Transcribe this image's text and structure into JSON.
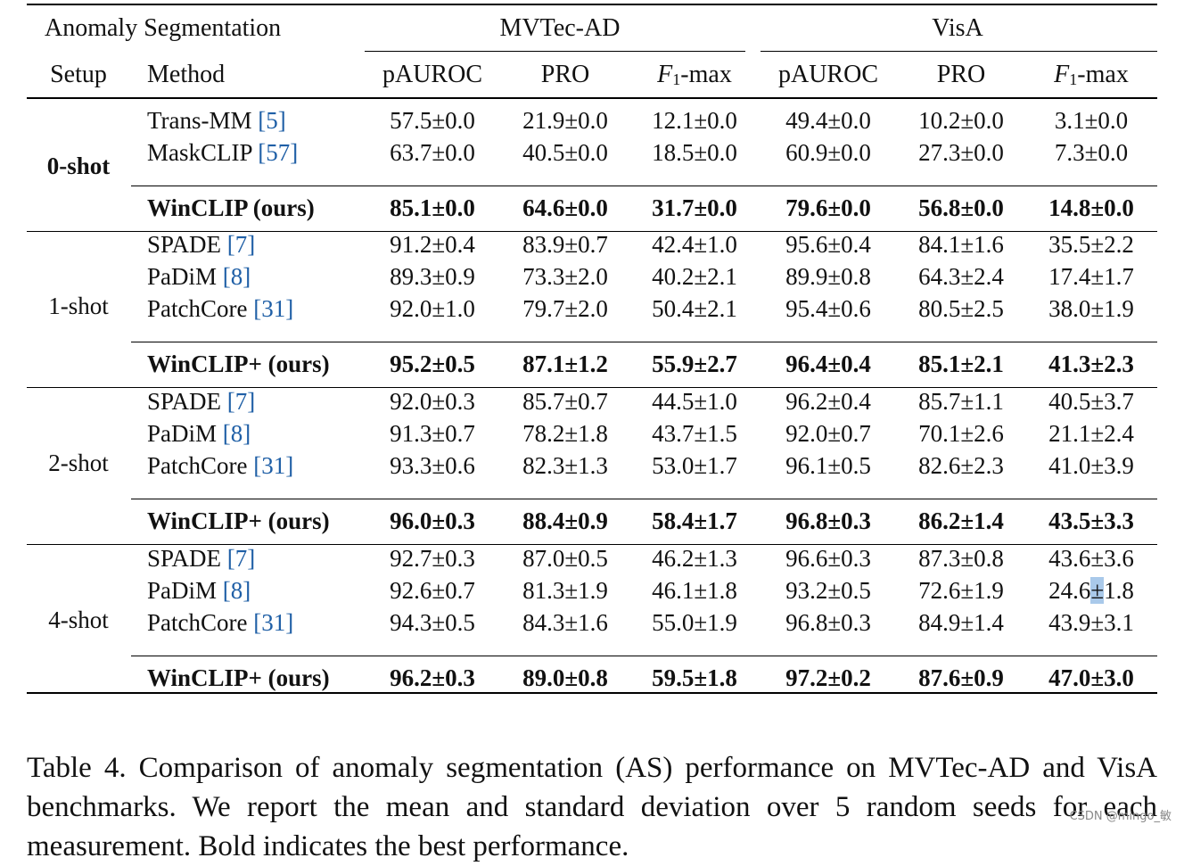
{
  "header": {
    "task_label": "Anomaly Segmentation",
    "setup_label": "Setup",
    "method_label": "Method",
    "datasets": [
      "MVTec-AD",
      "VisA"
    ],
    "metric_pauroc": "pAUROC",
    "metric_pro": "PRO",
    "metric_f1_base": "F",
    "metric_f1_sub": "1",
    "metric_f1_suffix": "-max"
  },
  "groups": [
    {
      "setup": "0-shot",
      "setup_bold": true,
      "rows": [
        {
          "name": "Trans-MM",
          "ref": "5",
          "values": [
            "57.5±0.0",
            "21.9±0.0",
            "12.1±0.0",
            "49.4±0.0",
            "10.2±0.0",
            "3.1±0.0"
          ]
        },
        {
          "name": "MaskCLIP",
          "ref": "57",
          "values": [
            "63.7±0.0",
            "40.5±0.0",
            "18.5±0.0",
            "60.9±0.0",
            "27.3±0.0",
            "7.3±0.0"
          ]
        }
      ],
      "ours": {
        "name": "WinCLIP (ours)",
        "values": [
          "85.1±0.0",
          "64.6±0.0",
          "31.7±0.0",
          "79.6±0.0",
          "56.8±0.0",
          "14.8±0.0"
        ]
      }
    },
    {
      "setup": "1-shot",
      "setup_bold": false,
      "rows": [
        {
          "name": "SPADE",
          "ref": "7",
          "values": [
            "91.2±0.4",
            "83.9±0.7",
            "42.4±1.0",
            "95.6±0.4",
            "84.1±1.6",
            "35.5±2.2"
          ]
        },
        {
          "name": "PaDiM",
          "ref": "8",
          "values": [
            "89.3±0.9",
            "73.3±2.0",
            "40.2±2.1",
            "89.9±0.8",
            "64.3±2.4",
            "17.4±1.7"
          ]
        },
        {
          "name": "PatchCore",
          "ref": "31",
          "values": [
            "92.0±1.0",
            "79.7±2.0",
            "50.4±2.1",
            "95.4±0.6",
            "80.5±2.5",
            "38.0±1.9"
          ]
        }
      ],
      "ours": {
        "name": "WinCLIP+ (ours)",
        "values": [
          "95.2±0.5",
          "87.1±1.2",
          "55.9±2.7",
          "96.4±0.4",
          "85.1±2.1",
          "41.3±2.3"
        ]
      }
    },
    {
      "setup": "2-shot",
      "setup_bold": false,
      "rows": [
        {
          "name": "SPADE",
          "ref": "7",
          "values": [
            "92.0±0.3",
            "85.7±0.7",
            "44.5±1.0",
            "96.2±0.4",
            "85.7±1.1",
            "40.5±3.7"
          ]
        },
        {
          "name": "PaDiM",
          "ref": "8",
          "values": [
            "91.3±0.7",
            "78.2±1.8",
            "43.7±1.5",
            "92.0±0.7",
            "70.1±2.6",
            "21.1±2.4"
          ]
        },
        {
          "name": "PatchCore",
          "ref": "31",
          "values": [
            "93.3±0.6",
            "82.3±1.3",
            "53.0±1.7",
            "96.1±0.5",
            "82.6±2.3",
            "41.0±3.9"
          ]
        }
      ],
      "ours": {
        "name": "WinCLIP+ (ours)",
        "values": [
          "96.0±0.3",
          "88.4±0.9",
          "58.4±1.7",
          "96.8±0.3",
          "86.2±1.4",
          "43.5±3.3"
        ]
      }
    },
    {
      "setup": "4-shot",
      "setup_bold": false,
      "rows": [
        {
          "name": "SPADE",
          "ref": "7",
          "values": [
            "92.7±0.3",
            "87.0±0.5",
            "46.2±1.3",
            "96.6±0.3",
            "87.3±0.8",
            "43.6±3.6"
          ]
        },
        {
          "name": "PaDiM",
          "ref": "8",
          "values": [
            "92.6±0.7",
            "81.3±1.9",
            "46.1±1.8",
            "93.2±0.5",
            "72.6±1.9",
            "24.6±1.8"
          ]
        },
        {
          "name": "PatchCore",
          "ref": "31",
          "values": [
            "94.3±0.5",
            "84.3±1.6",
            "55.0±1.9",
            "96.8±0.3",
            "84.9±1.4",
            "43.9±3.1"
          ]
        }
      ],
      "ours": {
        "name": "WinCLIP+ (ours)",
        "values": [
          "96.2±0.3",
          "89.0±0.8",
          "59.5±1.8",
          "97.2±0.2",
          "87.6±0.9",
          "47.0±3.0"
        ]
      }
    }
  ],
  "caption": "Table 4. Comparison of anomaly segmentation (AS) performance on MVTec-AD and VisA benchmarks. We report the mean and standard deviation over 5 random seeds for each measurement. Bold indicates the best performance.",
  "watermark": "CSDN @mingo_敏"
}
